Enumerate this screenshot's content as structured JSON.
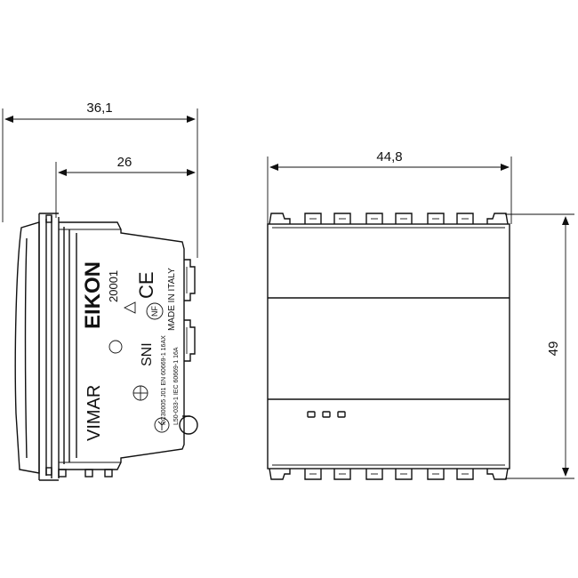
{
  "dimensions": {
    "overall_depth": "36,1",
    "body_depth": "26",
    "width": "44,8",
    "height": "49"
  },
  "side_view_markings": {
    "brand": "EIKON",
    "code": "20001",
    "maker": "VIMAR",
    "ce": "CE",
    "made_in": "MADE IN ITALY",
    "standard_text_1": "PC30005 J01 EN 60669-1 16AX",
    "standard_text_2": "L50-033-1 IEC 60669-1 16A",
    "nf": "NF",
    "sni": "SNI"
  },
  "front_view": {
    "indicator_dot_count": 3
  },
  "colors": {
    "line": "#111111",
    "background": "#ffffff"
  }
}
